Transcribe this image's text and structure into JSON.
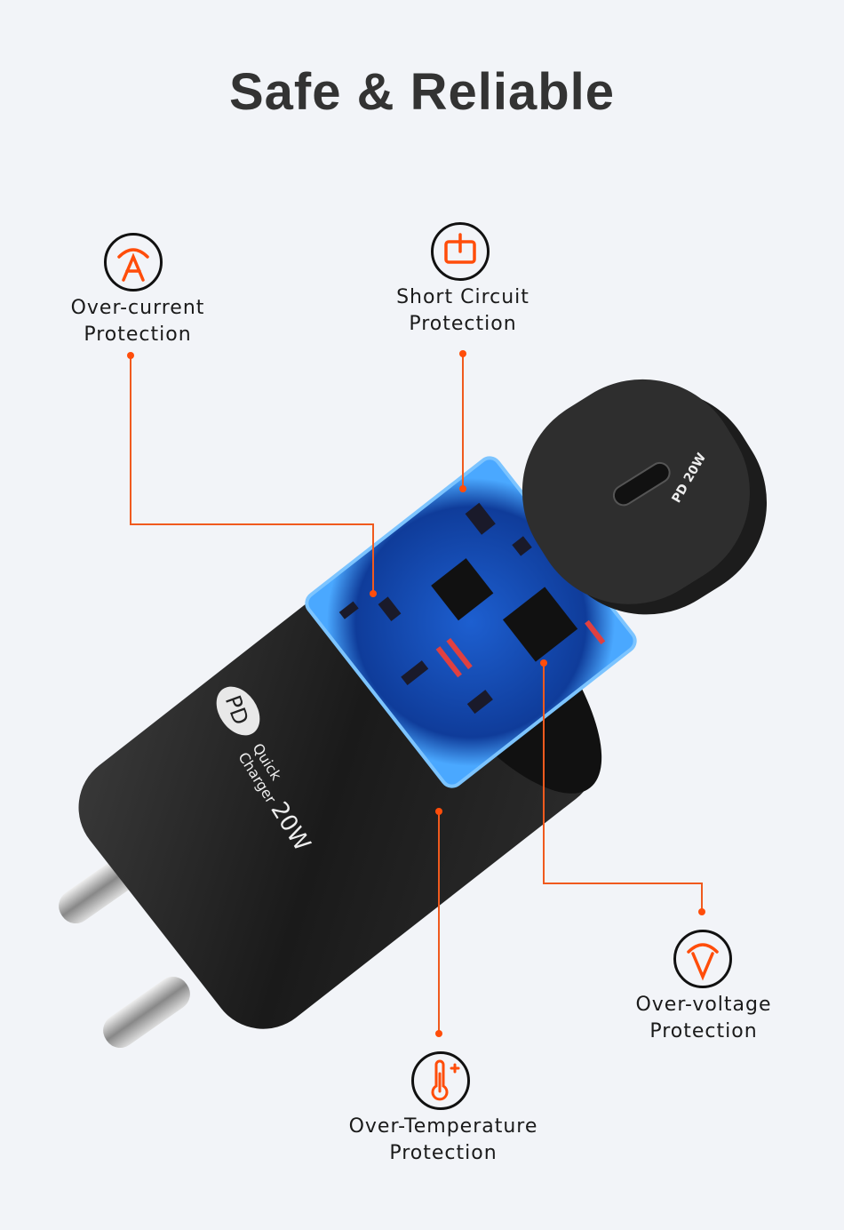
{
  "title": "Safe & Reliable",
  "accent_color": "#ff4d0a",
  "features": [
    {
      "id": "over-current",
      "icon": "ampere-icon",
      "line1": "Over-current",
      "line2": "Protection"
    },
    {
      "id": "short-circuit",
      "icon": "power-plug-icon",
      "line1": "Short Circuit",
      "line2": "Protection"
    },
    {
      "id": "over-voltage",
      "icon": "voltage-icon",
      "line1": "Over-voltage",
      "line2": "Protection"
    },
    {
      "id": "over-temperature",
      "icon": "thermometer-icon",
      "line1": "Over-Temperature",
      "line2": "Protection"
    }
  ],
  "product": {
    "badge": "PD",
    "line1": "Quick",
    "line2": "Charger",
    "wattage": "20W",
    "cap_label": "PD 20W"
  }
}
